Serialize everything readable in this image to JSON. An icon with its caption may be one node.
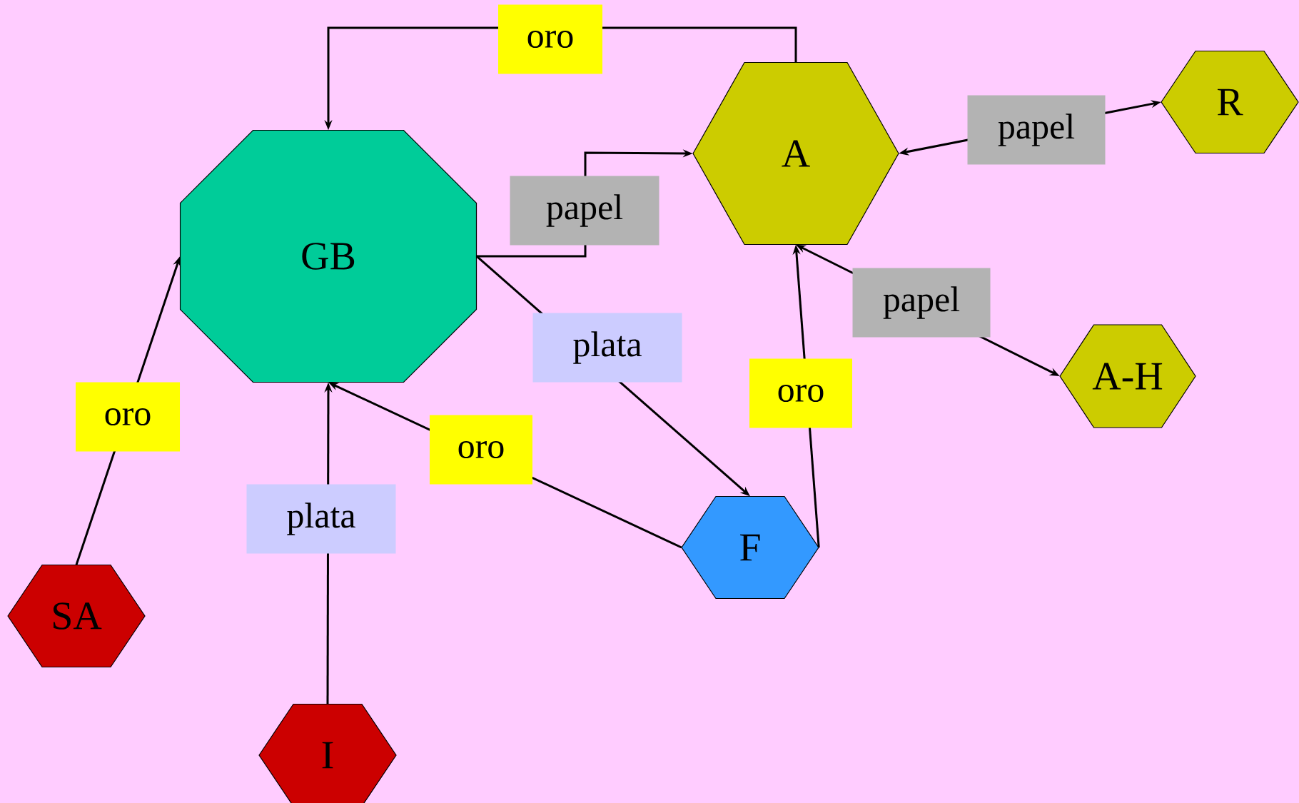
{
  "diagram": {
    "nodes": [
      {
        "text": [
          "GB"
        ]
      },
      {
        "text": [
          "A"
        ]
      },
      {
        "text": [
          "R"
        ]
      },
      {
        "text": [
          "A-H"
        ]
      },
      {
        "text": [
          "F"
        ]
      },
      {
        "text": [
          "SA"
        ]
      },
      {
        "text": [
          "I"
        ]
      }
    ],
    "edges": [
      {
        "from": 1,
        "to": 0,
        "arrow": "to",
        "label": "oro"
      },
      {
        "from": 0,
        "to": 1,
        "arrow": "to",
        "label": "papel"
      },
      {
        "from": 1,
        "to": 2,
        "arrow": "both",
        "label": "papel"
      },
      {
        "from": 1,
        "to": 3,
        "arrow": "both",
        "label": "papel"
      },
      {
        "from": 0,
        "to": 4,
        "arrow": "to",
        "label": "plata"
      },
      {
        "from": 4,
        "to": 1,
        "arrow": "to",
        "label": "oro"
      },
      {
        "from": 4,
        "to": 0,
        "arrow": "to",
        "label": "oro"
      },
      {
        "from": 6,
        "to": 0,
        "arrow": "to",
        "label": "plata"
      },
      {
        "from": 5,
        "to": 0,
        "arrow": "to",
        "label": "oro"
      }
    ]
  }
}
